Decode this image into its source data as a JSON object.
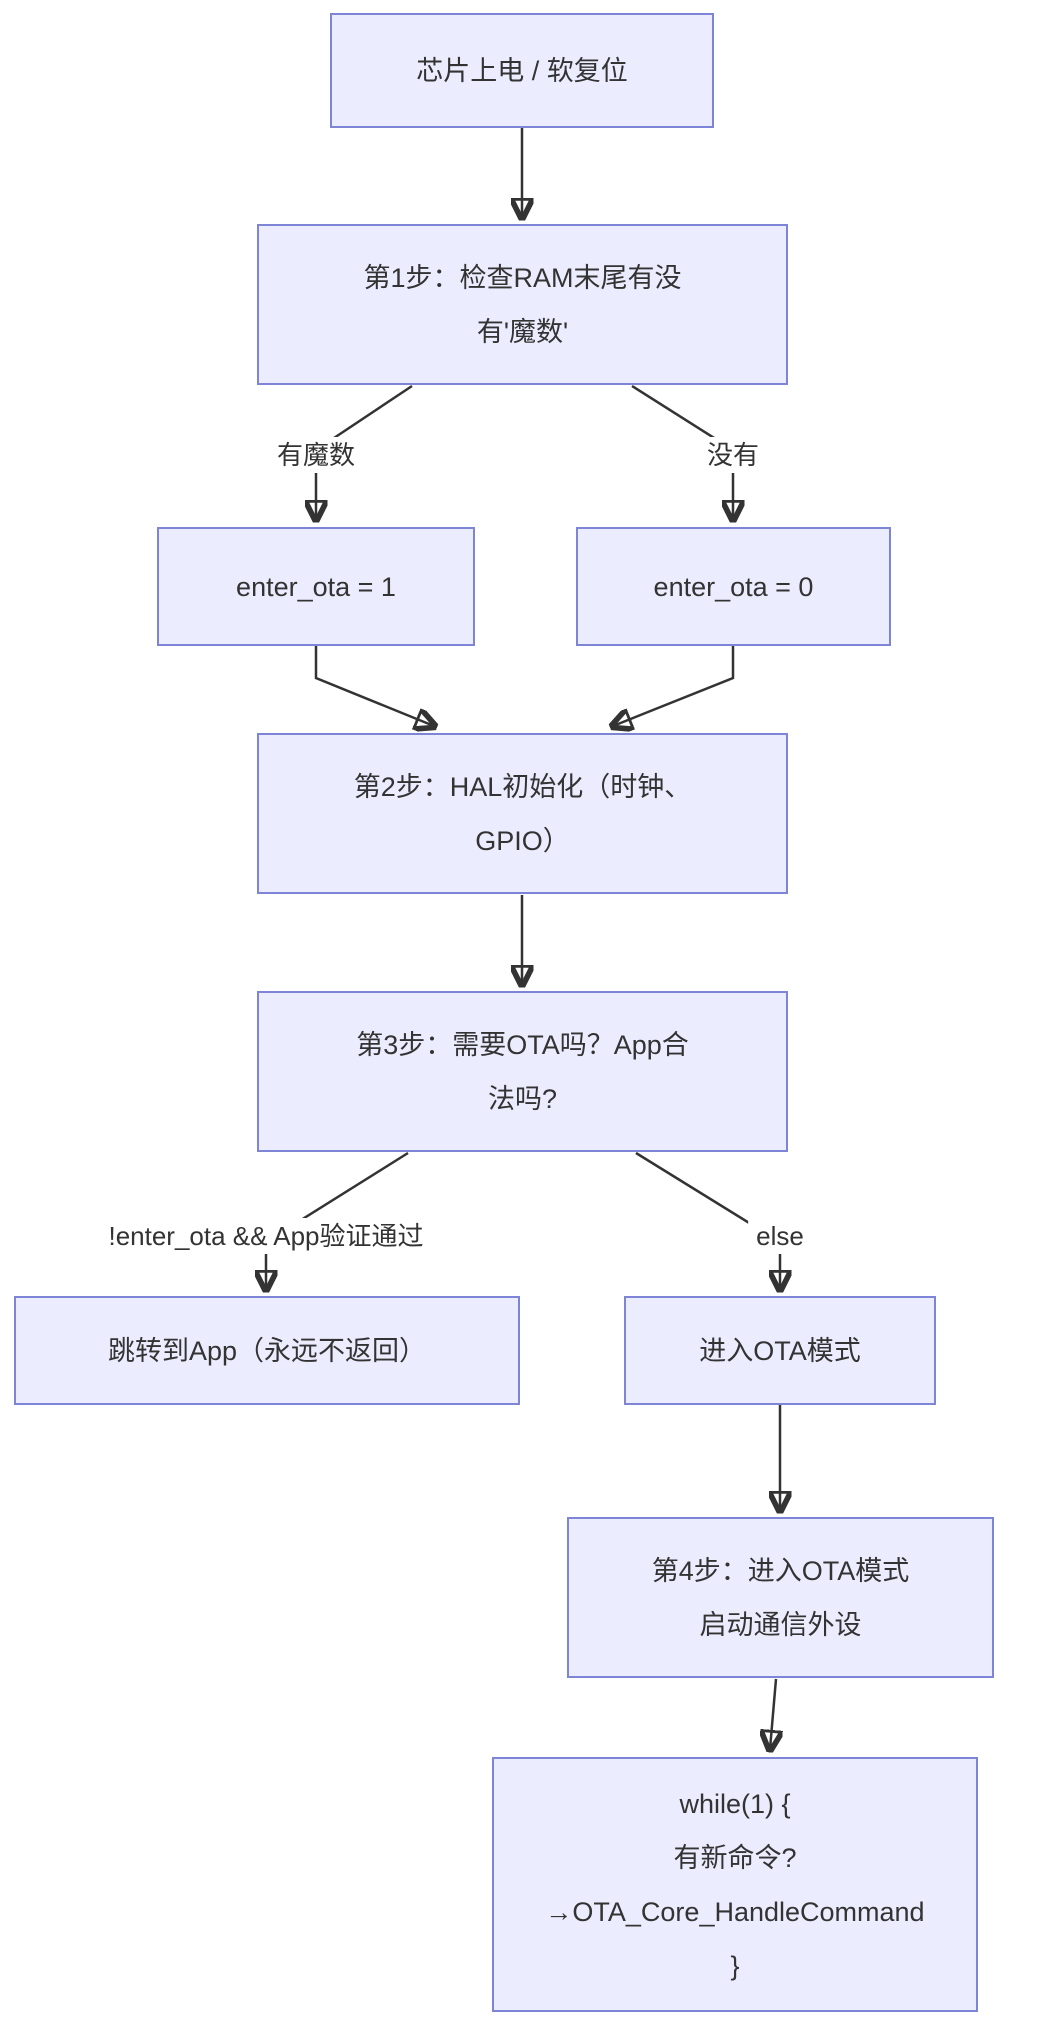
{
  "diagram": {
    "type": "flowchart",
    "direction": "top-down",
    "colors": {
      "node_fill": "#ECECFF",
      "node_border": "#7E84D6",
      "edge_color": "#333333",
      "text_color": "#333333",
      "background": "#FFFFFF"
    },
    "nodes": {
      "power": {
        "label": "芯片上电 / 软复位"
      },
      "step1": {
        "lines": [
          "第1步：检查RAM末尾有没",
          "有'魔数'"
        ]
      },
      "ota1": {
        "label": "enter_ota = 1"
      },
      "ota0": {
        "label": "enter_ota = 0"
      },
      "step2": {
        "lines": [
          "第2步：HAL初始化（时钟、",
          "GPIO）"
        ]
      },
      "step3": {
        "lines": [
          "第3步：需要OTA吗？App合",
          "法吗?"
        ]
      },
      "jumpapp": {
        "label": "跳转到App（永远不返回）"
      },
      "otamode": {
        "label": "进入OTA模式"
      },
      "step4": {
        "lines": [
          "第4步：进入OTA模式",
          "启动通信外设"
        ]
      },
      "whileloop": {
        "lines": [
          "while(1) {",
          "有新命令?",
          "→OTA_Core_HandleCommand",
          "}"
        ]
      }
    },
    "edges": [
      {
        "from": "power",
        "to": "step1",
        "label": ""
      },
      {
        "from": "step1",
        "to": "ota1",
        "label": "有魔数"
      },
      {
        "from": "step1",
        "to": "ota0",
        "label": "没有"
      },
      {
        "from": "ota1",
        "to": "step2",
        "label": ""
      },
      {
        "from": "ota0",
        "to": "step2",
        "label": ""
      },
      {
        "from": "step2",
        "to": "step3",
        "label": ""
      },
      {
        "from": "step3",
        "to": "jumpapp",
        "label": "!enter_ota && App验证通过"
      },
      {
        "from": "step3",
        "to": "otamode",
        "label": "else"
      },
      {
        "from": "otamode",
        "to": "step4",
        "label": ""
      },
      {
        "from": "step4",
        "to": "whileloop",
        "label": ""
      }
    ]
  }
}
